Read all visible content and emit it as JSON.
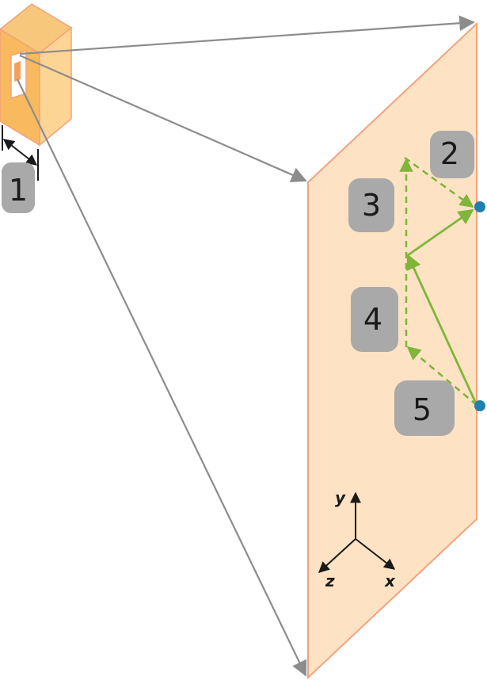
{
  "labels": {
    "one": "1",
    "two": "2",
    "three": "3",
    "four": "4",
    "five": "5"
  },
  "axes": {
    "x": "x",
    "y": "y",
    "z": "z"
  },
  "colors": {
    "panel_fill": "#fde2c4",
    "panel_edge": "#f2a37e",
    "box_front": "#f9b95f",
    "box_side": "#fcd594",
    "box_top": "#f7c77c",
    "projection_line": "#8c8c8c",
    "vector_green": "#7fb53a",
    "point_blue": "#1f7fb0",
    "label_badge": "#a9a9a9",
    "axis": "#1a1a1a"
  }
}
